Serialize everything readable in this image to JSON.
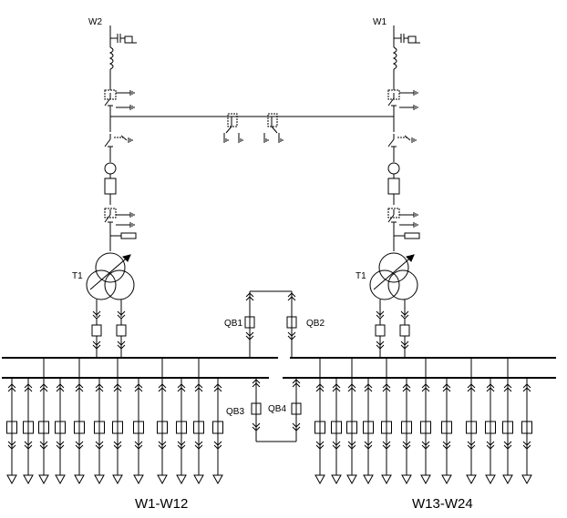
{
  "labels": {
    "w2": "W2",
    "w1": "W1",
    "t1_left": "T1",
    "t1_right": "T1",
    "qb1": "QB1",
    "qb2": "QB2",
    "qb3": "QB3",
    "qb4": "QB4",
    "left_group": "W1-W12",
    "right_group": "W13-W24"
  }
}
